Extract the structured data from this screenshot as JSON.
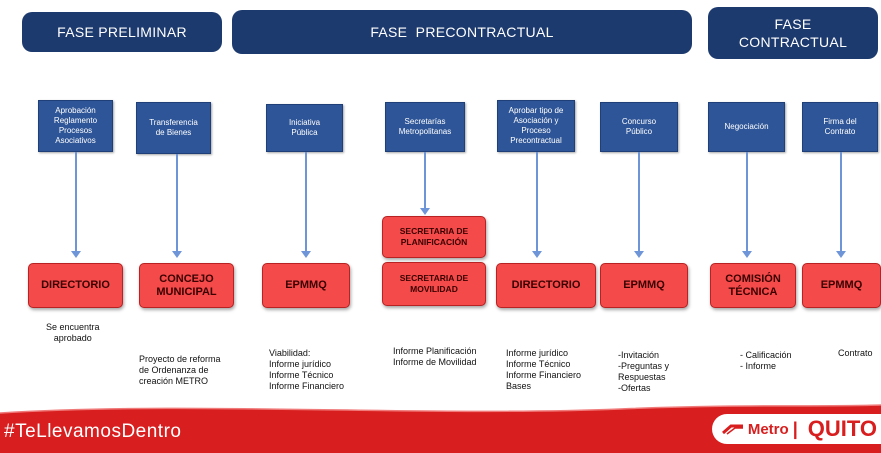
{
  "phases": {
    "preliminar": "FASE PRELIMINAR",
    "precontractual": "FASE  PRECONTRACTUAL",
    "contractual_line1": "FASE",
    "contractual_line2": "CONTRACTUAL"
  },
  "steps": [
    [
      "Aprobación",
      "Reglamento",
      "Procesos",
      "Asociativos"
    ],
    [
      "Transferencia",
      "de Bienes"
    ],
    [
      "Iniciativa",
      "Pública"
    ],
    [
      "Secretarías",
      "Metropolitanas"
    ],
    [
      "Aprobar tipo de",
      "Asociación y",
      "Proceso",
      "Precontractual"
    ],
    [
      "Concurso",
      "Público"
    ],
    [
      "Negociación"
    ],
    [
      "Firma del",
      "Contrato"
    ]
  ],
  "entities": {
    "directorio_1": "DIRECTORIO",
    "concejo_line1": "CONCEJO",
    "concejo_line2": "MUNICIPAL",
    "epmmq_1": "EPMMQ",
    "sec_planif_line1": "SECRETARIA DE",
    "sec_planif_line2": "PLANIFICACIÓN",
    "sec_movil_line1": "SECRETARIA DE",
    "sec_movil_line2": "MOVILIDAD",
    "directorio_2": "DIRECTORIO",
    "epmmq_2": "EPMMQ",
    "comision_line1": "COMISIÓN",
    "comision_line2": "TÉCNICA",
    "epmmq_3": "EPMMQ"
  },
  "notes": {
    "n1": [
      "Se encuentra",
      "aprobado"
    ],
    "n2": [
      "Proyecto de reforma",
      "de Ordenanza de",
      "creación METRO"
    ],
    "n3": [
      "Viabilidad:",
      "Informe jurídico",
      "Informe Técnico",
      "Informe Financiero"
    ],
    "n4": [
      "Informe Planificación",
      "Informe de Movilidad"
    ],
    "n5": [
      "Informe jurídico",
      "Informe Técnico",
      "Informe Financiero",
      "Bases"
    ],
    "n6": [
      "-Invitación",
      "-Preguntas y",
      "Respuestas",
      "-Ofertas"
    ],
    "n7": [
      "- Calificación",
      "- Informe"
    ],
    "n8": [
      "Contrato"
    ]
  },
  "footer": {
    "hashtag": "#TeLlevamosDentro",
    "logo_metro": "Metro",
    "logo_quito": "QUITO"
  }
}
